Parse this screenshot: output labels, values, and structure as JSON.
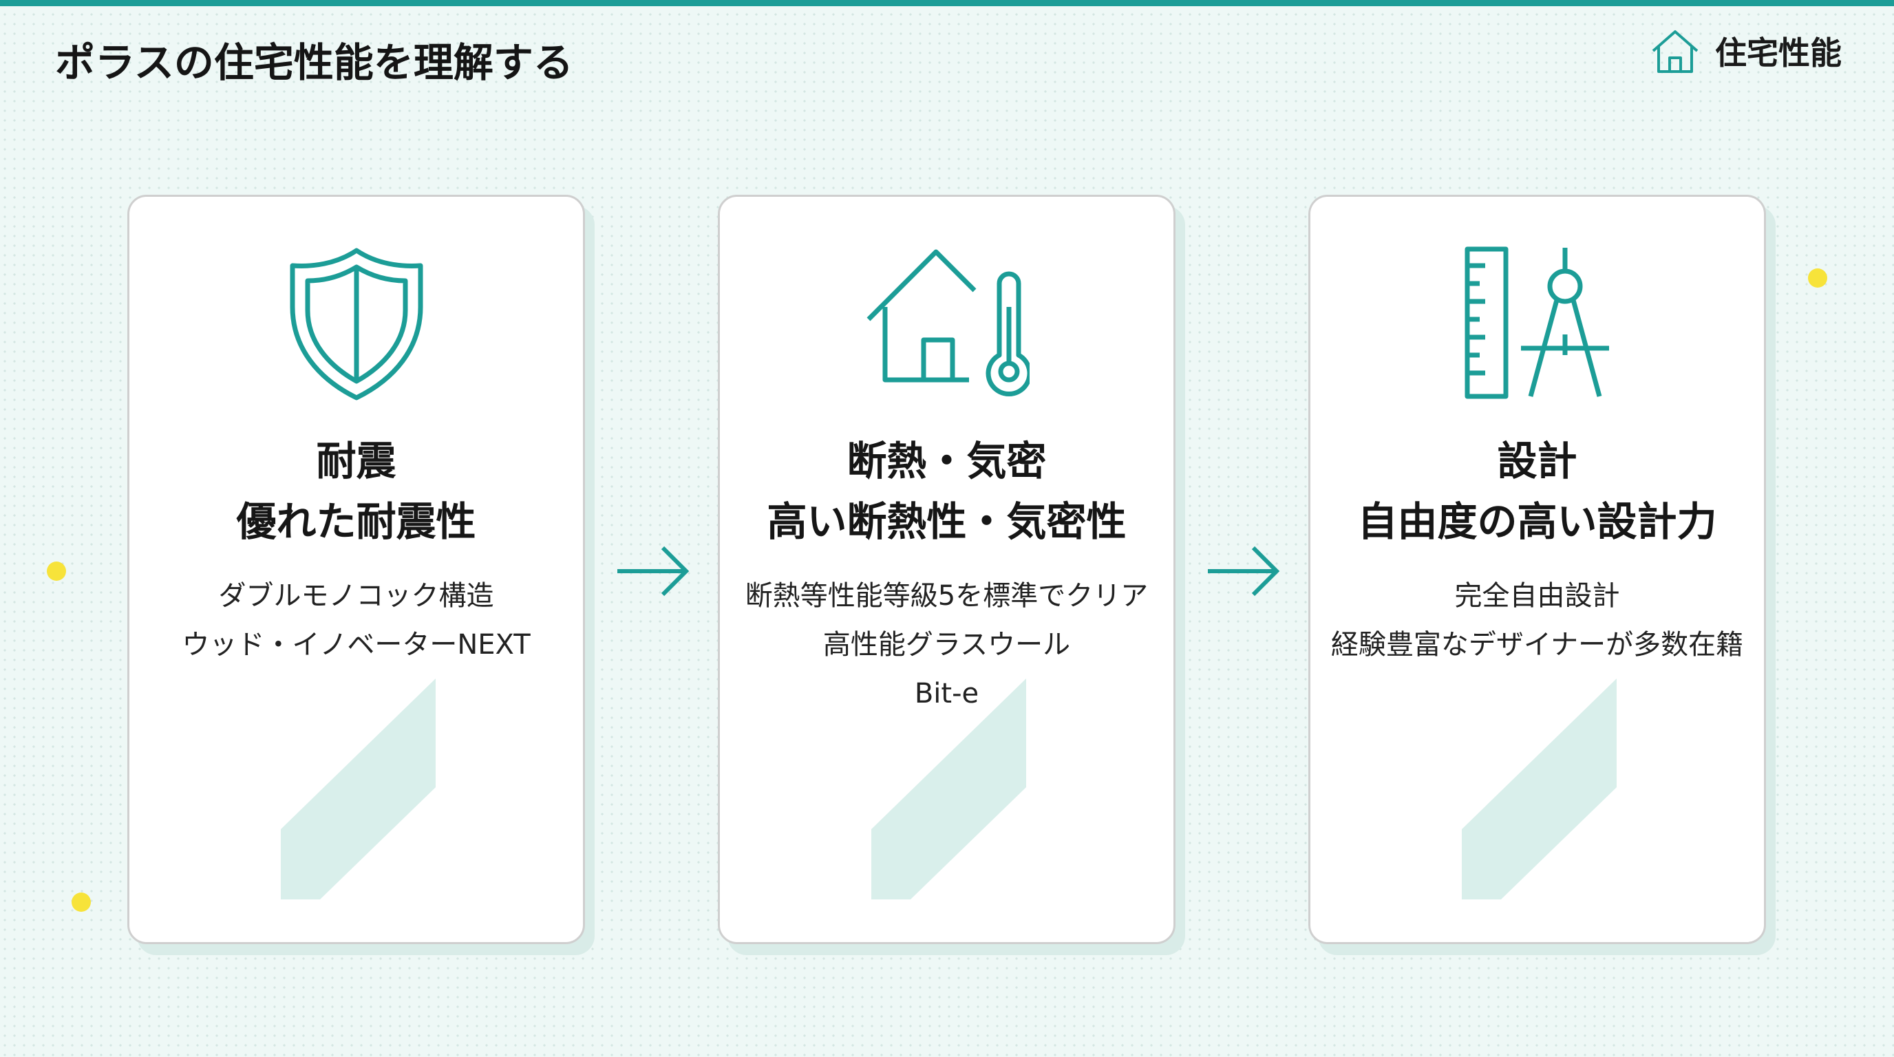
{
  "header": {
    "title": "ポラスの住宅性能を理解する",
    "section_label": "住宅性能",
    "section_icon": "house-icon"
  },
  "cards": [
    {
      "icon": "shield-icon",
      "title1": "耐震",
      "title2": "優れた耐震性",
      "lines": [
        "ダブルモノコック構造",
        "ウッド・イノベーターNEXT"
      ]
    },
    {
      "icon": "house-thermometer-icon",
      "title1": "断熱・気密",
      "title2": "高い断熱性・気密性",
      "lines": [
        "断熱等性能等級5を標準でクリア",
        "高性能グラスウール",
        "Bit-e"
      ]
    },
    {
      "icon": "ruler-compass-icon",
      "title1": "設計",
      "title2": "自由度の高い設計力",
      "lines": [
        "完全自由設計",
        "経験豊富なデザイナーが多数在籍"
      ]
    }
  ],
  "colors": {
    "accent": "#1c9d97",
    "dot": "#f7e33a",
    "deco": "#d9efeb"
  }
}
